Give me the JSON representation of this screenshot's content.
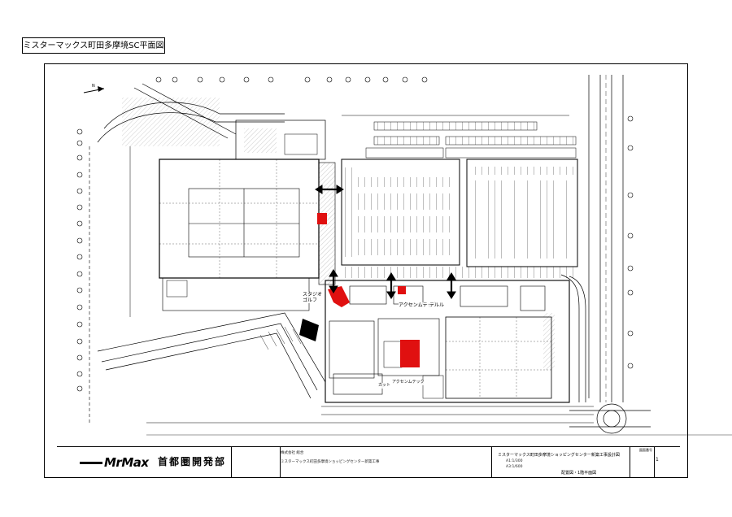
{
  "document": {
    "title": "ミスターマックス町田多摩境SC平面図"
  },
  "plan_labels": {
    "store_left": "スタジオ\nゴルフ",
    "store_center": "アクセンムテック",
    "store_center_lower": "アクセンムテック",
    "store_right": "テルル",
    "store_cut": "カット"
  },
  "title_block": {
    "logo_text": "MrMax",
    "company": "首都圏開発部",
    "note_line_1": "株式会社 総合",
    "note_line_2": "ミスターマックス町田多摩境ショッピングセンター新築工事",
    "project_name": "ミスターマックス町田多摩境ショッピングセンター新築工事設計図",
    "scale_1": "A1:1/300",
    "scale_2": "A3:1/600",
    "drawing_name": "配置図・1階平面図",
    "sheet_label": "図面番号",
    "sheet_no": "1"
  },
  "colors": {
    "highlight_red": "#e01010",
    "line": "#000000"
  },
  "icons": {
    "north_arrow": "north-arrow-icon",
    "access_arrows": "double-arrow-icon"
  }
}
